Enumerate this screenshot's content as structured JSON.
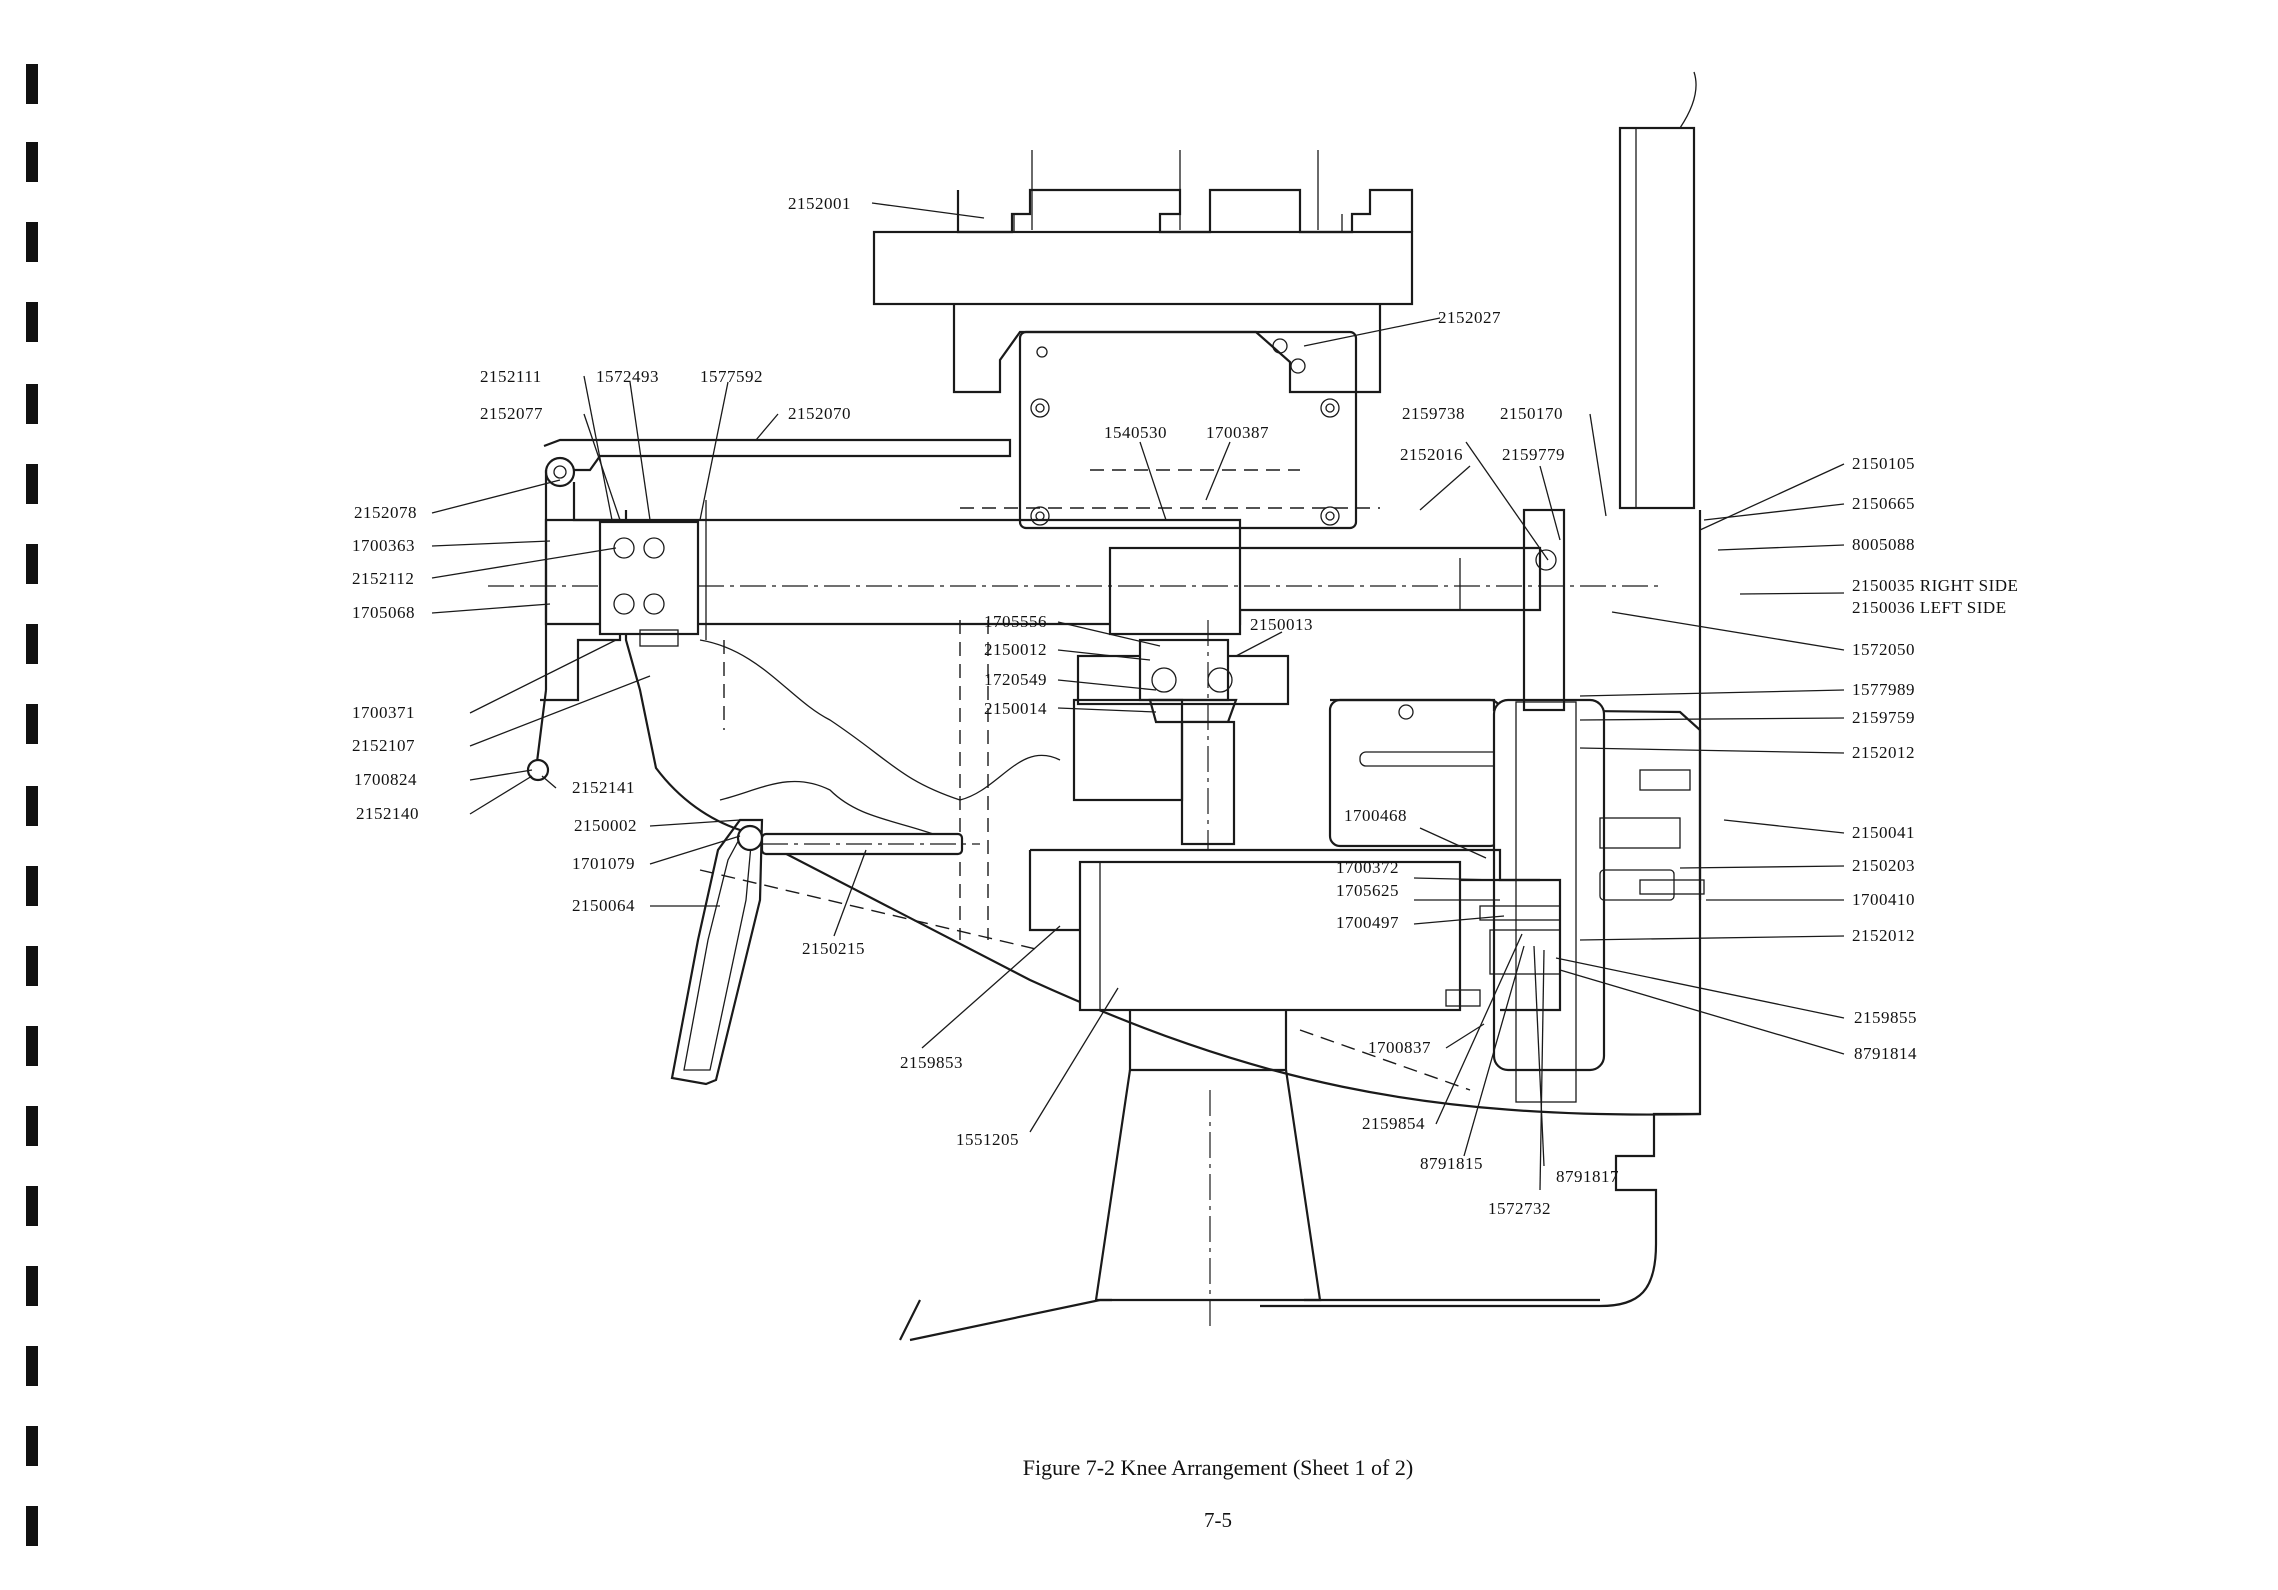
{
  "caption": "Figure 7-2 Knee Arrangement (Sheet 1 of 2)",
  "page_number": "7-5",
  "callouts": {
    "c2152001": "2152001",
    "c2152027": "2152027",
    "c2152111": "2152111",
    "c1572493": "1572493",
    "c1577592": "1577592",
    "c2152077": "2152077",
    "c2152070": "2152070",
    "c1540530": "1540530",
    "c1700387": "1700387",
    "c2159738": "2159738",
    "c2150170": "2150170",
    "c2152016": "2152016",
    "c2159779": "2159779",
    "c2152078": "2152078",
    "c1700363": "1700363",
    "c2152112": "2152112",
    "c1705068": "1705068",
    "c1700371": "1700371",
    "c2152107": "2152107",
    "c1700824": "1700824",
    "c2152140": "2152140",
    "c2152141": "2152141",
    "c2150002": "2150002",
    "c1701079": "1701079",
    "c2150064": "2150064",
    "c2150215": "2150215",
    "c1705556": "1705556",
    "c2150012": "2150012",
    "c2150013": "2150013",
    "c1720549": "1720549",
    "c2150014": "2150014",
    "c2150105": "2150105",
    "c2150665": "2150665",
    "c8005088": "8005088",
    "c2150035": "2150035 RIGHT SIDE",
    "c2150036": "2150036 LEFT SIDE",
    "c1572050": "1572050",
    "c1577989": "1577989",
    "c2159759": "2159759",
    "c2152012a": "2152012",
    "c2150041": "2150041",
    "c2150203": "2150203",
    "c1700410": "1700410",
    "c2152012b": "2152012",
    "c1700468": "1700468",
    "c1700372": "1700372",
    "c1705625": "1705625",
    "c1700497": "1700497",
    "c2159855": "2159855",
    "c8791814": "8791814",
    "c2159853": "2159853",
    "c1700837": "1700837",
    "c1551205": "1551205",
    "c2159854": "2159854",
    "c8791815": "8791815",
    "c8791817": "8791817",
    "c1572732": "1572732"
  }
}
